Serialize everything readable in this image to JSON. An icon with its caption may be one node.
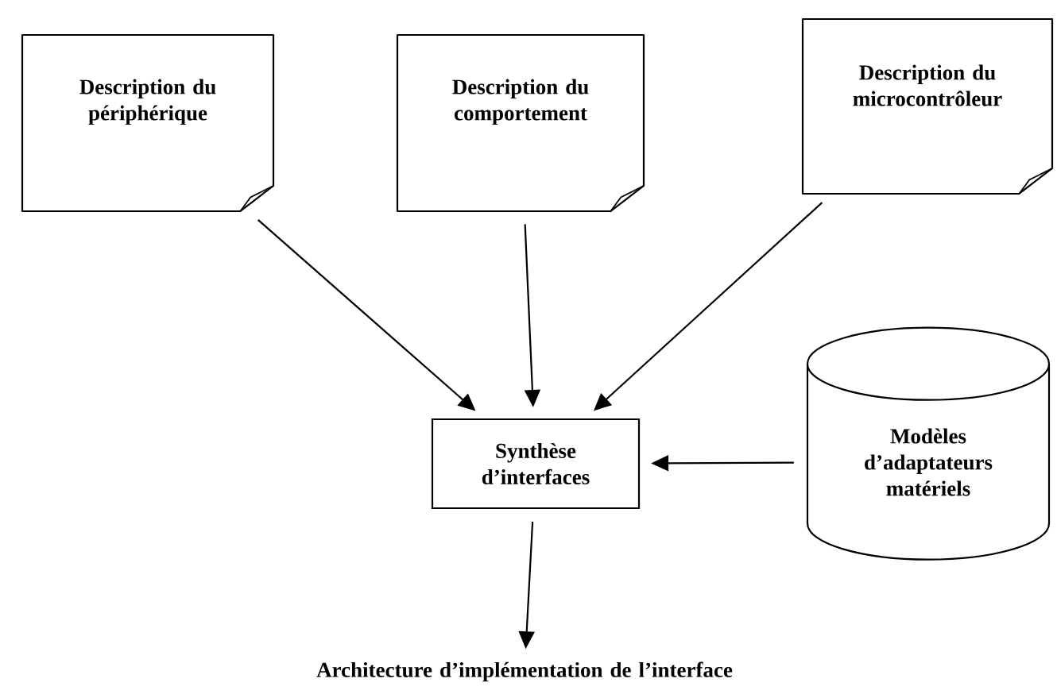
{
  "diagram": {
    "nodes": [
      {
        "text": [
          "Description du périphérique"
        ]
      },
      {
        "text": [
          "Description du comportement"
        ]
      },
      {
        "text": [
          "Description du microcontrôleur"
        ]
      },
      {
        "text": [
          "Synthèse d’interfaces"
        ]
      },
      {
        "text": [
          "Modèles d’adaptateurs matériels"
        ]
      },
      {
        "text": [
          "Architecture d’implémentation de l’interface"
        ]
      }
    ],
    "edges": [
      {
        "from": 0,
        "to": 3,
        "arrow": "to"
      },
      {
        "from": 1,
        "to": 3,
        "arrow": "to"
      },
      {
        "from": 2,
        "to": 3,
        "arrow": "to"
      },
      {
        "from": 4,
        "to": 3,
        "arrow": "to"
      },
      {
        "from": 3,
        "to": 5,
        "arrow": "to"
      }
    ]
  }
}
